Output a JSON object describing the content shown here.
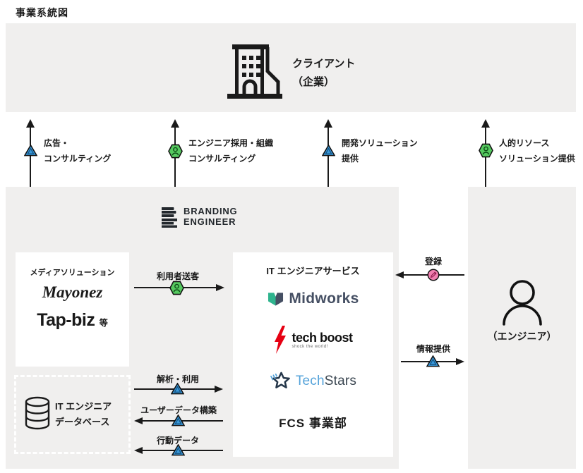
{
  "title": "事業系統図",
  "colors": {
    "panel_gray": "#f0efee",
    "line_black": "#1a1a1a",
    "badge_blue": "#3898db",
    "badge_green": "#55c95f",
    "badge_pink": "#f07fb0",
    "midworks_teal": "#2fb48e",
    "midworks_navy": "#454f63",
    "techboost_red": "#e60012",
    "techstars_blue": "#55a3da",
    "techstars_navy": "#3a4651"
  },
  "client": {
    "line1": "クライアント",
    "line2": "（企業）"
  },
  "top_arrows": [
    {
      "icon": "blue-triangle",
      "line1": "広告・",
      "line2": "コンサルティング"
    },
    {
      "icon": "green-person-hexagon",
      "line1": "エンジニア採用・組織",
      "line2": "コンサルティング"
    },
    {
      "icon": "blue-triangle",
      "line1": "開発ソリューション",
      "line2": "提供"
    },
    {
      "icon": "green-person-hexagon",
      "line1": "人的リソース",
      "line2": "ソリューション提供"
    }
  ],
  "company_logo": {
    "line1": "BRANDING",
    "line2": "ENGINEER"
  },
  "media_box": {
    "heading": "メディアソリューション",
    "brand1": "Mayonez",
    "brand2": "Tap-biz",
    "brand2_suffix": "等"
  },
  "it_box": {
    "heading": "IT エンジニアサービス",
    "midworks": "Midworks",
    "techboost": "tech boost",
    "techboost_tagline": "shock the world!",
    "techstars_part1": "Tech",
    "techstars_part2": "Stars",
    "fcs": "FCS 事業部"
  },
  "flows": {
    "user_referral": "利用者送客",
    "registration": "登録",
    "info_provision": "情報提供",
    "analysis_use": "解析・利用",
    "user_data_build": "ユーザーデータ構築",
    "behavior_data": "行動データ"
  },
  "database_box": {
    "line1": "IT エンジニア",
    "line2": "データベース"
  },
  "engineer": {
    "label": "（エンジニア）"
  }
}
